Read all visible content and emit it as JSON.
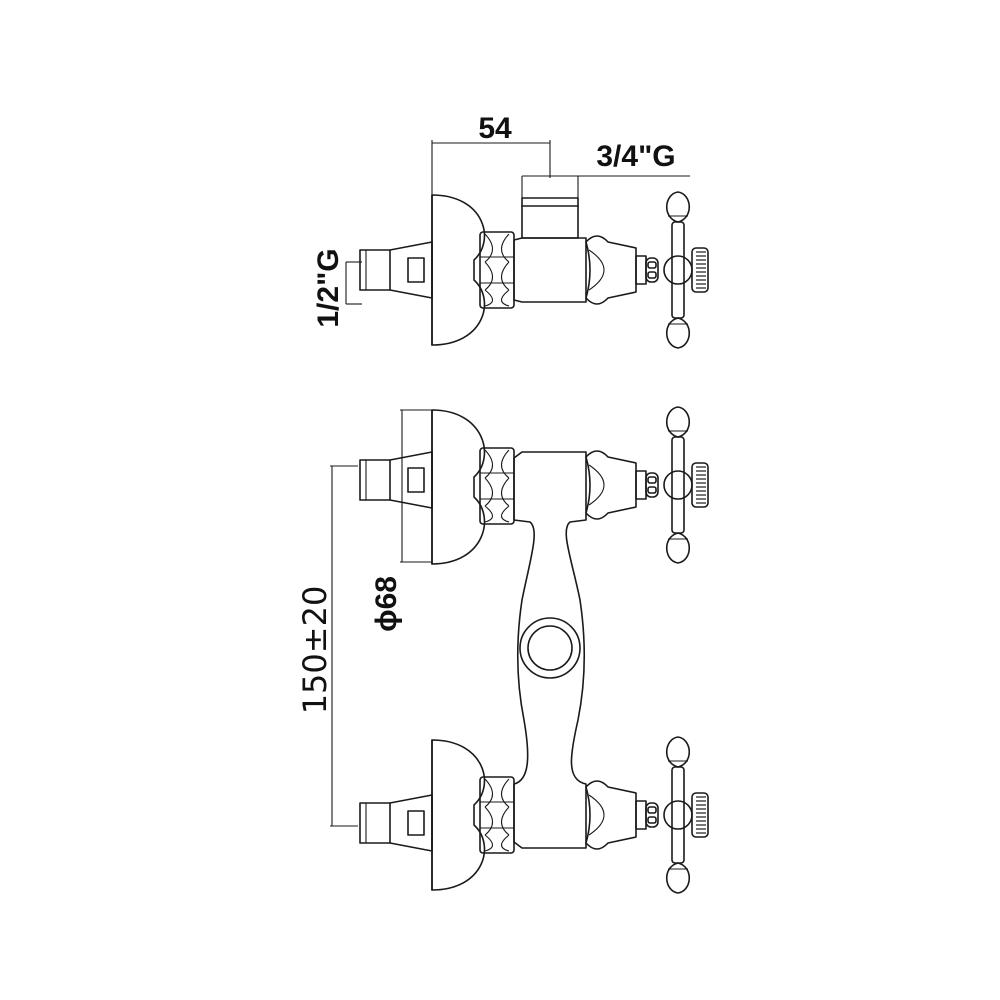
{
  "dimensions": {
    "width_top": "54",
    "outlet_thread": "3/4\"G",
    "inlet_thread": "1/2\"G",
    "flange_diameter": "ϕ68",
    "centers": "150±20"
  },
  "colors": {
    "line": "#1a1a1a",
    "background": "#ffffff"
  }
}
